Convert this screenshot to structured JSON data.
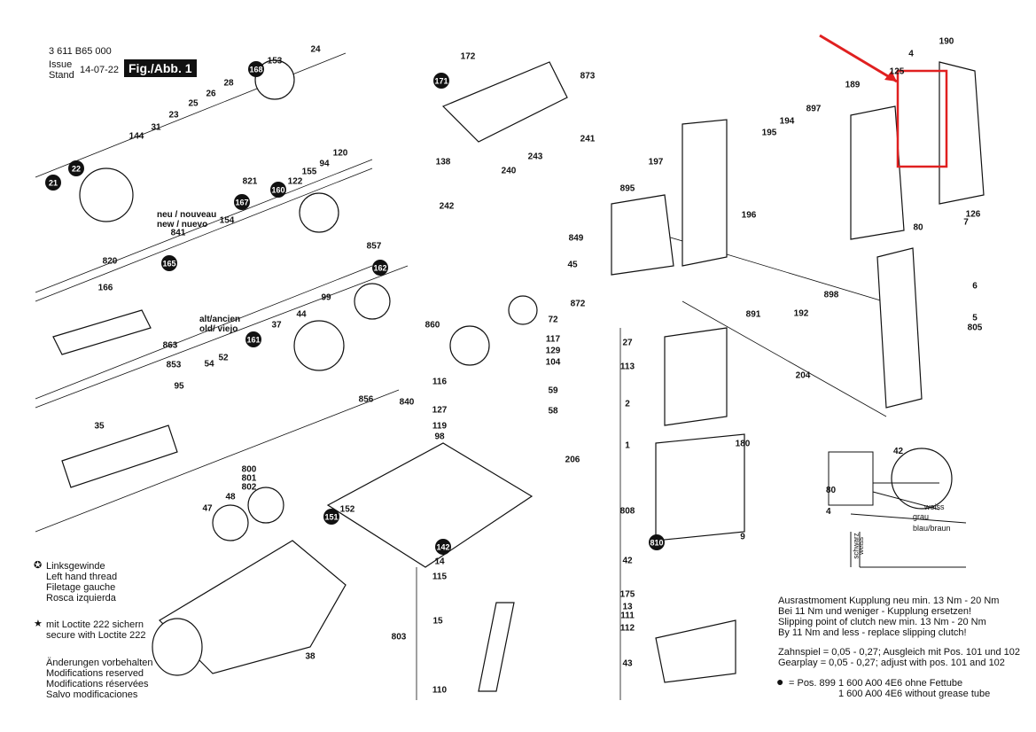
{
  "header": {
    "doc_number": "3 611 B65 000",
    "issue_label": "Issue",
    "stand_label": "Stand",
    "date": "14-07-22",
    "figure": "Fig./Abb. 1"
  },
  "legend": {
    "left_thread": [
      "Linksgewinde",
      "Left hand thread",
      "Filetage gauche",
      "Rosca izquierda"
    ],
    "loctite": [
      "mit Loctite 222 sichern",
      "secure with Loctite 222"
    ],
    "reserved": [
      "Änderungen vorbehalten",
      "Modifications reserved",
      "Modifications réservées",
      "Salvo modificaciones"
    ]
  },
  "notes": {
    "torque": [
      "Ausrastmoment Kupplung neu min. 13 Nm - 20 Nm",
      "Bei 11 Nm und weniger - Kupplung ersetzen!",
      "Slipping point of clutch new min. 13 Nm - 20 Nm",
      "By 11 Nm and less - replace slipping clutch!"
    ],
    "gearplay": [
      "Zahnspiel = 0,05 - 0,27;  Ausgleich mit Pos. 101 und 102",
      "Gearplay  = 0,05 - 0,27;  adjust with pos. 101 and 102"
    ],
    "grease_pos": "= Pos. 899",
    "grease": [
      "1 600 A00 4E6 ohne Fettube",
      "1 600 A00 4E6 without grease tube"
    ]
  },
  "variant_labels": {
    "new": [
      "neu / nouveau",
      "new / nuevo"
    ],
    "old": [
      "alt/ancien",
      "old/ viejo"
    ]
  },
  "wiring": {
    "weiss": "weiss",
    "grau": "grau",
    "blau": "blau/braun",
    "schwarz": "schwarz",
    "weiss2": "weiss",
    "ref42": "42",
    "ref80": "80",
    "ref4": "4"
  },
  "parts": [
    {
      "id": "1",
      "label": "1"
    },
    {
      "id": "2",
      "label": "2"
    },
    {
      "id": "4",
      "label": "4"
    },
    {
      "id": "5",
      "label": "5"
    },
    {
      "id": "6",
      "label": "6"
    },
    {
      "id": "7",
      "label": "7"
    },
    {
      "id": "9",
      "label": "9"
    },
    {
      "id": "13",
      "label": "13"
    },
    {
      "id": "14",
      "label": "14"
    },
    {
      "id": "15",
      "label": "15"
    },
    {
      "id": "21",
      "label": "21"
    },
    {
      "id": "22",
      "label": "22"
    },
    {
      "id": "23",
      "label": "23"
    },
    {
      "id": "24",
      "label": "24"
    },
    {
      "id": "25",
      "label": "25"
    },
    {
      "id": "26",
      "label": "26"
    },
    {
      "id": "27",
      "label": "27"
    },
    {
      "id": "28",
      "label": "28"
    },
    {
      "id": "31",
      "label": "31"
    },
    {
      "id": "35",
      "label": "35"
    },
    {
      "id": "37",
      "label": "37"
    },
    {
      "id": "38",
      "label": "38"
    },
    {
      "id": "42",
      "label": "42"
    },
    {
      "id": "43",
      "label": "43"
    },
    {
      "id": "44",
      "label": "44"
    },
    {
      "id": "45",
      "label": "45"
    },
    {
      "id": "47",
      "label": "47"
    },
    {
      "id": "48",
      "label": "48"
    },
    {
      "id": "52",
      "label": "52"
    },
    {
      "id": "54",
      "label": "54"
    },
    {
      "id": "58",
      "label": "58"
    },
    {
      "id": "59",
      "label": "59"
    },
    {
      "id": "72",
      "label": "72"
    },
    {
      "id": "80",
      "label": "80"
    },
    {
      "id": "94",
      "label": "94"
    },
    {
      "id": "95",
      "label": "95"
    },
    {
      "id": "98",
      "label": "98"
    },
    {
      "id": "99",
      "label": "99"
    },
    {
      "id": "104",
      "label": "104"
    },
    {
      "id": "110",
      "label": "110"
    },
    {
      "id": "111",
      "label": "111"
    },
    {
      "id": "112",
      "label": "112"
    },
    {
      "id": "113",
      "label": "113"
    },
    {
      "id": "115",
      "label": "115"
    },
    {
      "id": "116",
      "label": "116"
    },
    {
      "id": "117",
      "label": "117"
    },
    {
      "id": "119",
      "label": "119"
    },
    {
      "id": "120",
      "label": "120"
    },
    {
      "id": "122",
      "label": "122"
    },
    {
      "id": "125",
      "label": "125"
    },
    {
      "id": "126",
      "label": "126"
    },
    {
      "id": "127",
      "label": "127"
    },
    {
      "id": "129",
      "label": "129"
    },
    {
      "id": "138",
      "label": "138"
    },
    {
      "id": "142",
      "label": "142"
    },
    {
      "id": "144",
      "label": "144"
    },
    {
      "id": "151",
      "label": "151"
    },
    {
      "id": "152",
      "label": "152"
    },
    {
      "id": "153",
      "label": "153"
    },
    {
      "id": "154",
      "label": "154"
    },
    {
      "id": "155",
      "label": "155"
    },
    {
      "id": "160",
      "label": "160"
    },
    {
      "id": "161",
      "label": "161"
    },
    {
      "id": "162",
      "label": "162"
    },
    {
      "id": "165",
      "label": "165"
    },
    {
      "id": "166",
      "label": "166"
    },
    {
      "id": "167",
      "label": "167"
    },
    {
      "id": "168",
      "label": "168"
    },
    {
      "id": "171",
      "label": "171"
    },
    {
      "id": "172",
      "label": "172"
    },
    {
      "id": "175",
      "label": "175"
    },
    {
      "id": "180",
      "label": "180"
    },
    {
      "id": "189",
      "label": "189"
    },
    {
      "id": "190",
      "label": "190"
    },
    {
      "id": "192",
      "label": "192"
    },
    {
      "id": "194",
      "label": "194"
    },
    {
      "id": "195",
      "label": "195"
    },
    {
      "id": "196",
      "label": "196"
    },
    {
      "id": "197",
      "label": "197"
    },
    {
      "id": "204",
      "label": "204"
    },
    {
      "id": "206",
      "label": "206"
    },
    {
      "id": "240",
      "label": "240"
    },
    {
      "id": "241",
      "label": "241"
    },
    {
      "id": "242",
      "label": "242"
    },
    {
      "id": "243",
      "label": "243"
    },
    {
      "id": "800",
      "label": "800"
    },
    {
      "id": "801",
      "label": "801"
    },
    {
      "id": "802",
      "label": "802"
    },
    {
      "id": "803",
      "label": "803"
    },
    {
      "id": "805",
      "label": "805"
    },
    {
      "id": "808",
      "label": "808"
    },
    {
      "id": "810",
      "label": "810"
    },
    {
      "id": "820",
      "label": "820"
    },
    {
      "id": "821",
      "label": "821"
    },
    {
      "id": "840",
      "label": "840"
    },
    {
      "id": "841",
      "label": "841"
    },
    {
      "id": "849",
      "label": "849"
    },
    {
      "id": "853",
      "label": "853"
    },
    {
      "id": "856",
      "label": "856"
    },
    {
      "id": "857",
      "label": "857"
    },
    {
      "id": "860",
      "label": "860"
    },
    {
      "id": "863",
      "label": "863"
    },
    {
      "id": "872",
      "label": "872"
    },
    {
      "id": "873",
      "label": "873"
    },
    {
      "id": "891",
      "label": "891"
    },
    {
      "id": "895",
      "label": "895"
    },
    {
      "id": "897",
      "label": "897"
    },
    {
      "id": "898",
      "label": "898"
    }
  ],
  "colors": {
    "ink": "#111111",
    "highlight": "#e02020"
  }
}
